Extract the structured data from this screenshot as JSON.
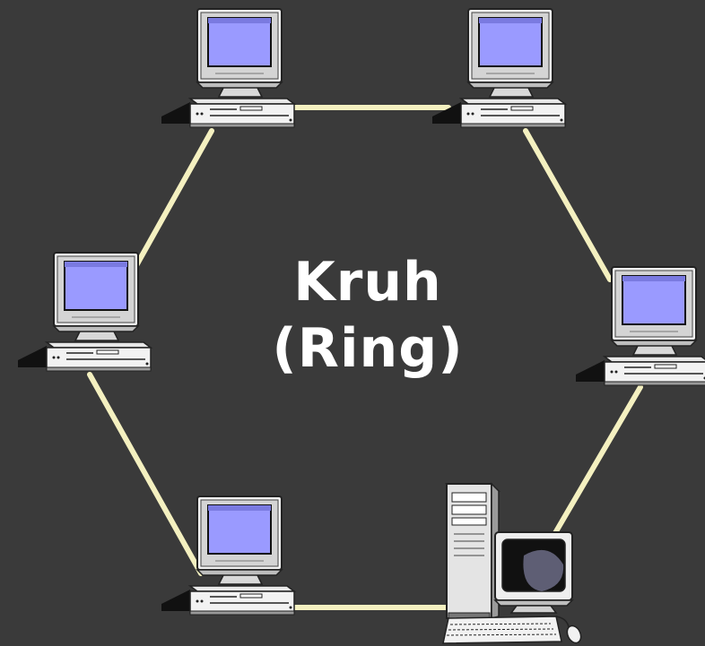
{
  "diagram": {
    "title_line1": "Kruh",
    "title_line2": "(Ring)",
    "background_color": "#3a3a3a",
    "link_color": "#f4f0c0",
    "screen_color": "#9a9aff",
    "nodes": [
      {
        "kind": "workstation",
        "icon": "desktop-computer-icon"
      },
      {
        "kind": "workstation",
        "icon": "desktop-computer-icon"
      },
      {
        "kind": "workstation",
        "icon": "desktop-computer-icon"
      },
      {
        "kind": "workstation",
        "icon": "desktop-computer-icon"
      },
      {
        "kind": "workstation",
        "icon": "desktop-computer-icon"
      },
      {
        "kind": "server",
        "icon": "server-tower-icon"
      }
    ]
  }
}
